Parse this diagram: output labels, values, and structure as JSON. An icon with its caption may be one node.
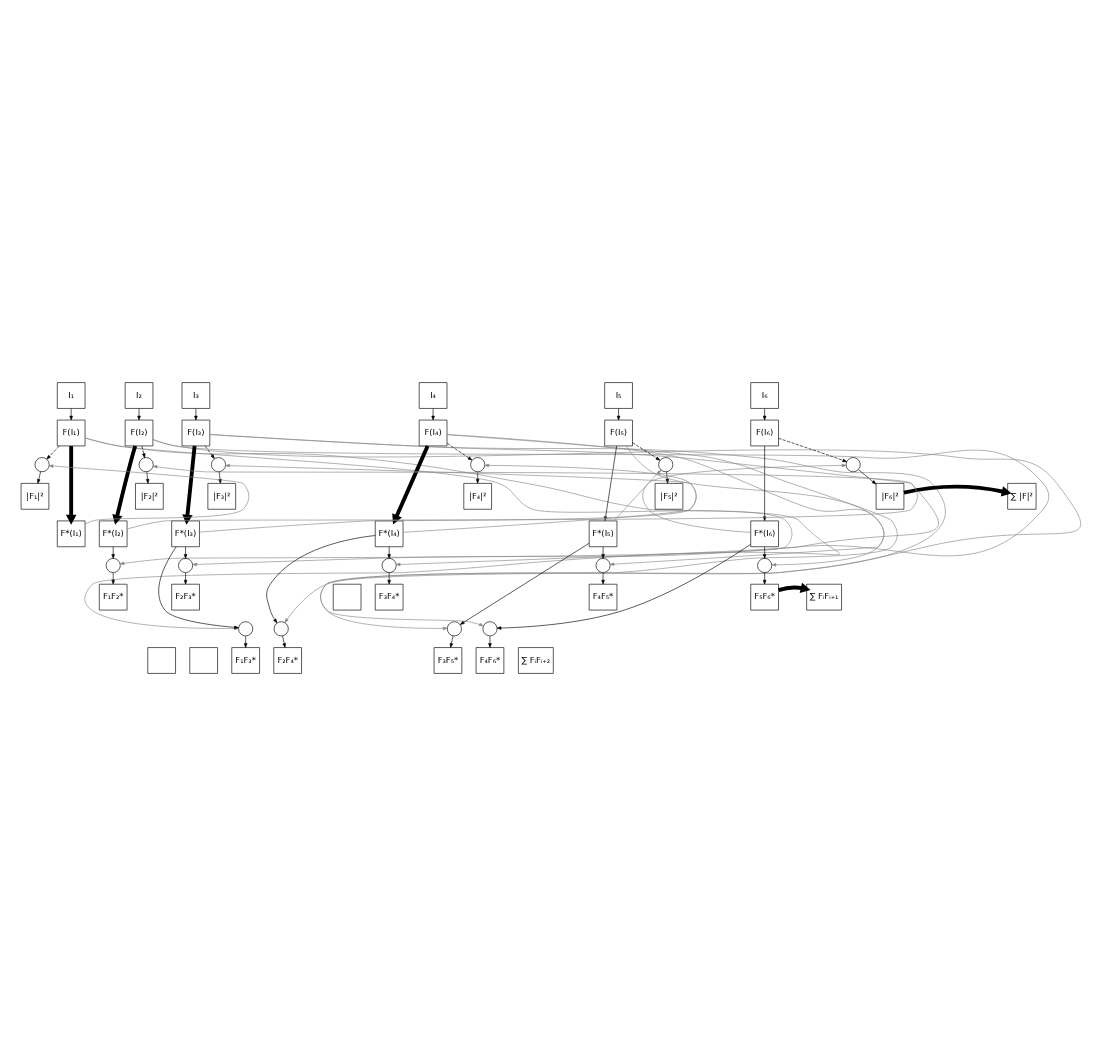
{
  "diagram": {
    "nodes": [
      {
        "text": [
          "I₁"
        ]
      },
      {
        "text": [
          "I₂"
        ]
      },
      {
        "text": [
          "I₃"
        ]
      },
      {
        "text": [
          "I₄"
        ]
      },
      {
        "text": [
          "I₅"
        ]
      },
      {
        "text": [
          "I₆"
        ]
      },
      {
        "text": [
          "F(I₁)"
        ]
      },
      {
        "text": [
          "F(I₂)"
        ]
      },
      {
        "text": [
          "F(I₃)"
        ]
      },
      {
        "text": [
          "F(I₄)"
        ]
      },
      {
        "text": [
          "F(I₅)"
        ]
      },
      {
        "text": [
          "F(I₆)"
        ]
      },
      {
        "text": [],
        "shape": "circle"
      },
      {
        "text": [],
        "shape": "circle"
      },
      {
        "text": [],
        "shape": "circle"
      },
      {
        "text": [],
        "shape": "circle"
      },
      {
        "text": [],
        "shape": "circle"
      },
      {
        "text": [],
        "shape": "circle"
      },
      {
        "text": [
          "|F₁|²"
        ]
      },
      {
        "text": [
          "|F₂|²"
        ]
      },
      {
        "text": [
          "|F₃|²"
        ]
      },
      {
        "text": [
          "|F₄|²"
        ]
      },
      {
        "text": [
          "|F₅|²"
        ]
      },
      {
        "text": [
          "|F₆|²"
        ]
      },
      {
        "text": [
          "∑ |F|²"
        ]
      },
      {
        "text": [
          "F*(I₁)"
        ]
      },
      {
        "text": [
          "F*(I₂)"
        ]
      },
      {
        "text": [
          "F*(I₃)"
        ]
      },
      {
        "text": [
          "F*(I₄)"
        ]
      },
      {
        "text": [
          "F*(I₅)"
        ]
      },
      {
        "text": [
          "F*(I₆)"
        ]
      },
      {
        "text": [],
        "shape": "circle"
      },
      {
        "text": [],
        "shape": "circle"
      },
      {
        "text": [],
        "shape": "circle"
      },
      {
        "text": [],
        "shape": "circle"
      },
      {
        "text": [],
        "shape": "circle"
      },
      {
        "text": [],
        "shape": "box"
      },
      {
        "text": [
          "F₁F₂*"
        ]
      },
      {
        "text": [
          "F₂F₃*"
        ]
      },
      {
        "text": [
          "F₃F₄*"
        ]
      },
      {
        "text": [
          "F₄F₅*"
        ]
      },
      {
        "text": [
          "F₅F₆*"
        ]
      },
      {
        "text": [
          "∑ FᵢFᵢ₊₁"
        ]
      },
      {
        "text": [],
        "shape": "circle"
      },
      {
        "text": [],
        "shape": "circle"
      },
      {
        "text": [],
        "shape": "circle"
      },
      {
        "text": [],
        "shape": "circle"
      },
      {
        "text": [],
        "shape": "box"
      },
      {
        "text": [],
        "shape": "box"
      },
      {
        "text": [
          "F₁F₃*"
        ]
      },
      {
        "text": [
          "F₂F₄*"
        ]
      },
      {
        "text": [
          "F₃F₅*"
        ]
      },
      {
        "text": [
          "F₄F₆*"
        ]
      },
      {
        "text": [
          "∑ FᵢFᵢ₊₂"
        ]
      }
    ],
    "edges": [
      {
        "from": 0,
        "to": 6,
        "arrow": "to"
      },
      {
        "from": 1,
        "to": 7,
        "arrow": "to"
      },
      {
        "from": 2,
        "to": 8,
        "arrow": "to"
      },
      {
        "from": 3,
        "to": 9,
        "arrow": "to"
      },
      {
        "from": 4,
        "to": 10,
        "arrow": "to"
      },
      {
        "from": 5,
        "to": 11,
        "arrow": "to"
      },
      {
        "from": 6,
        "to": 12,
        "arrow": "to",
        "style": "dashed"
      },
      {
        "from": 7,
        "to": 13,
        "arrow": "to",
        "style": "dashed"
      },
      {
        "from": 8,
        "to": 14,
        "arrow": "to",
        "style": "dashed"
      },
      {
        "from": 9,
        "to": 15,
        "arrow": "to",
        "style": "dashed"
      },
      {
        "from": 10,
        "to": 16,
        "arrow": "to",
        "style": "dashed"
      },
      {
        "from": 11,
        "to": 17,
        "arrow": "to",
        "style": "dashed"
      },
      {
        "from": 6,
        "to": 25,
        "arrow": "to",
        "style": "thick"
      },
      {
        "from": 7,
        "to": 26,
        "arrow": "to",
        "style": "thick"
      },
      {
        "from": 8,
        "to": 27,
        "arrow": "to",
        "style": "thick"
      },
      {
        "from": 9,
        "to": 28,
        "arrow": "to",
        "style": "thick"
      },
      {
        "from": 10,
        "to": 29,
        "arrow": "to"
      },
      {
        "from": 11,
        "to": 30,
        "arrow": "to"
      },
      {
        "from": 25,
        "to": 12,
        "arrow": "to",
        "color": "#888888"
      },
      {
        "from": 26,
        "to": 13,
        "arrow": "to",
        "color": "#888888"
      },
      {
        "from": 27,
        "to": 14,
        "arrow": "to",
        "color": "#888888"
      },
      {
        "from": 28,
        "to": 15,
        "arrow": "to",
        "color": "#888888"
      },
      {
        "from": 29,
        "to": 16,
        "arrow": "to",
        "color": "#888888"
      },
      {
        "from": 30,
        "to": 17,
        "arrow": "to",
        "color": "#888888"
      },
      {
        "from": 12,
        "to": 18,
        "arrow": "to"
      },
      {
        "from": 13,
        "to": 19,
        "arrow": "to"
      },
      {
        "from": 14,
        "to": 20,
        "arrow": "to"
      },
      {
        "from": 15,
        "to": 21,
        "arrow": "to"
      },
      {
        "from": 16,
        "to": 22,
        "arrow": "to"
      },
      {
        "from": 17,
        "to": 23,
        "arrow": "to"
      },
      {
        "from": 23,
        "to": 24,
        "arrow": "to",
        "style": "thick"
      },
      {
        "from": 26,
        "to": 31,
        "arrow": "to"
      },
      {
        "from": 27,
        "to": 32,
        "arrow": "to"
      },
      {
        "from": 28,
        "to": 33,
        "arrow": "to"
      },
      {
        "from": 29,
        "to": 34,
        "arrow": "to"
      },
      {
        "from": 30,
        "to": 35,
        "arrow": "to"
      },
      {
        "from": 6,
        "to": 31,
        "arrow": "to",
        "color": "#888888"
      },
      {
        "from": 7,
        "to": 32,
        "arrow": "to",
        "color": "#888888"
      },
      {
        "from": 8,
        "to": 33,
        "arrow": "to",
        "color": "#888888"
      },
      {
        "from": 9,
        "to": 34,
        "arrow": "to",
        "color": "#888888"
      },
      {
        "from": 10,
        "to": 35,
        "arrow": "to",
        "color": "#888888"
      },
      {
        "from": 31,
        "to": 37,
        "arrow": "to"
      },
      {
        "from": 32,
        "to": 38,
        "arrow": "to"
      },
      {
        "from": 33,
        "to": 39,
        "arrow": "to"
      },
      {
        "from": 34,
        "to": 40,
        "arrow": "to"
      },
      {
        "from": 35,
        "to": 41,
        "arrow": "to"
      },
      {
        "from": 41,
        "to": 42,
        "arrow": "to",
        "style": "thick"
      },
      {
        "from": 6,
        "to": 43,
        "arrow": "to",
        "color": "#888888"
      },
      {
        "from": 7,
        "to": 44,
        "arrow": "to",
        "color": "#888888"
      },
      {
        "from": 8,
        "to": 45,
        "arrow": "to",
        "color": "#888888"
      },
      {
        "from": 9,
        "to": 46,
        "arrow": "to",
        "color": "#888888"
      },
      {
        "from": 27,
        "to": 43,
        "arrow": "to"
      },
      {
        "from": 28,
        "to": 44,
        "arrow": "to"
      },
      {
        "from": 29,
        "to": 45,
        "arrow": "to"
      },
      {
        "from": 30,
        "to": 46,
        "arrow": "to"
      },
      {
        "from": 43,
        "to": 49,
        "arrow": "to"
      },
      {
        "from": 44,
        "to": 50,
        "arrow": "to"
      },
      {
        "from": 45,
        "to": 51,
        "arrow": "to"
      },
      {
        "from": 46,
        "to": 52,
        "arrow": "to"
      }
    ]
  }
}
